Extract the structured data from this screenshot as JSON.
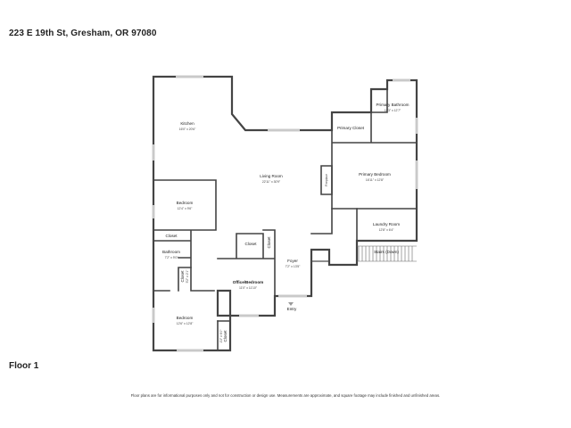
{
  "header": {
    "address": "223 E 19th St, Gresham, OR 97080"
  },
  "floor_label": "Floor 1",
  "disclaimer": "Floor plans are for informational purposes only and not for construction or design use. Measurements are approximate, and square footage may include finished and unfinished areas.",
  "rooms": {
    "kitchen": {
      "name": "Kitchen",
      "dims": "16'0\" x 20'6\""
    },
    "living_room": {
      "name": "Living Room",
      "dims": "22'11\" x 30'9\""
    },
    "primary_bathroom": {
      "name": "Primary Bathroom",
      "dims": "11'3\" x 12'7\""
    },
    "primary_closet": {
      "name": "Primary Closet"
    },
    "fireplace": {
      "name": "Fireplace"
    },
    "primary_bedroom": {
      "name": "Primary Bedroom",
      "dims": "16'11\" x 12'8\""
    },
    "bedroom_1": {
      "name": "Bedroom",
      "dims": "12'4\" x 9'6\""
    },
    "closet_1": {
      "name": "Closet"
    },
    "closet_2": {
      "name": "Closet"
    },
    "closet_3": {
      "name": "Closet"
    },
    "closet_4": {
      "name": "Closet",
      "dims": "5'2\" x 2'1\""
    },
    "closet_5": {
      "name": "Closet",
      "dims": "2'2\" x 6'0\""
    },
    "laundry_room": {
      "name": "Laundry Room",
      "dims": "12'8\" x 6'4\""
    },
    "bathroom": {
      "name": "Bathroom",
      "dims": "7'2\" x 9'0\""
    },
    "office_bedroom": {
      "name": "Office/Bedroom",
      "dims": "11'0\" x 11'10\""
    },
    "foyer": {
      "name": "Foyer",
      "dims": "7'2\" x 13'5\""
    },
    "stairs": {
      "name": "Stairs (Down)"
    },
    "entry": {
      "name": "Entry"
    },
    "bedroom_2": {
      "name": "Bedroom",
      "dims": "12'6\" x 12'8\""
    }
  }
}
